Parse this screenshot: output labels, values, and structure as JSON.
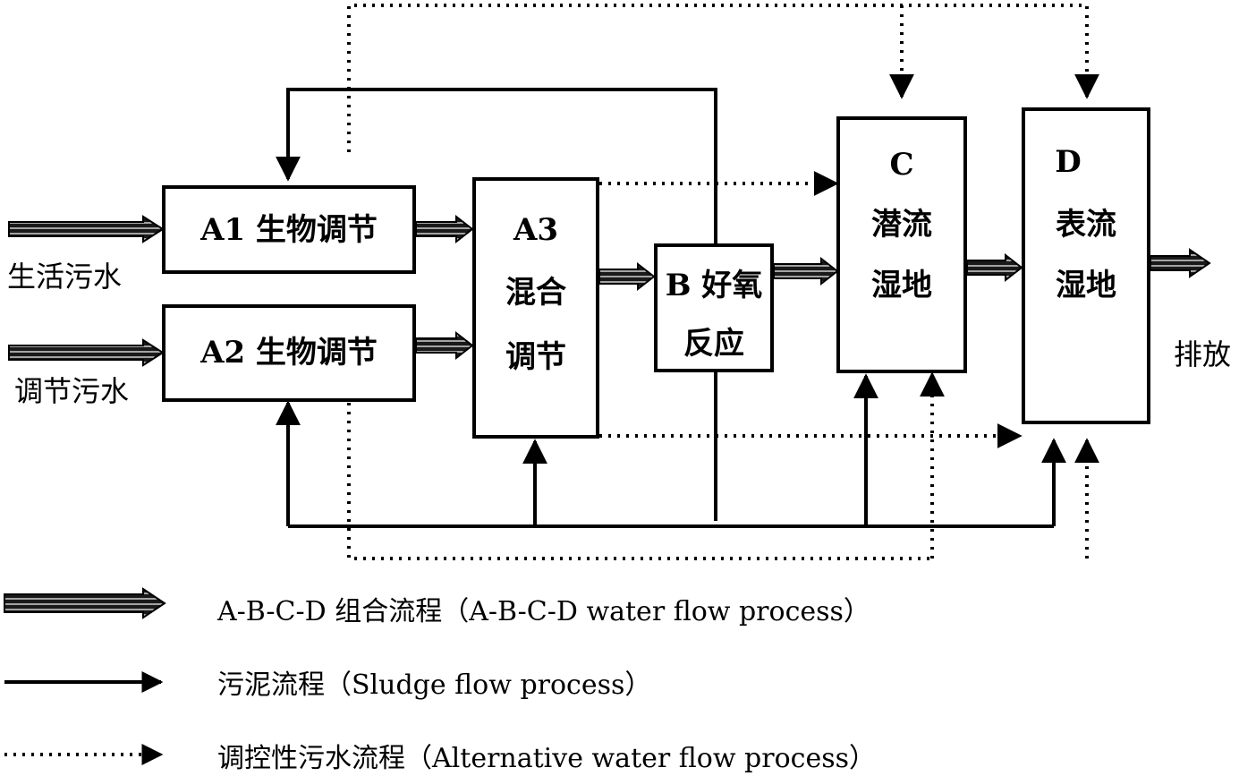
{
  "boxes": {
    "a1": {
      "lines": [
        "A1 生物调节"
      ]
    },
    "a2": {
      "lines": [
        "A2 生物调节"
      ]
    },
    "a3": {
      "lines": [
        "A3",
        "混合",
        "调节"
      ]
    },
    "b": {
      "lines": [
        "B 好氧",
        "反应"
      ]
    },
    "c": {
      "lines": [
        "C",
        "潜流",
        "湿地"
      ]
    },
    "d": {
      "lines": [
        "D",
        "表流",
        "湿地"
      ]
    }
  },
  "inputs": {
    "domestic": "生活污水",
    "regulated": "调节污水"
  },
  "output": "排放",
  "legend": {
    "combined": "A-B-C-D 组合流程（A-B-C-D water flow process）",
    "sludge": "污泥流程（Sludge flow process）",
    "alternative": "调控性污水流程（Alternative water flow process）"
  }
}
